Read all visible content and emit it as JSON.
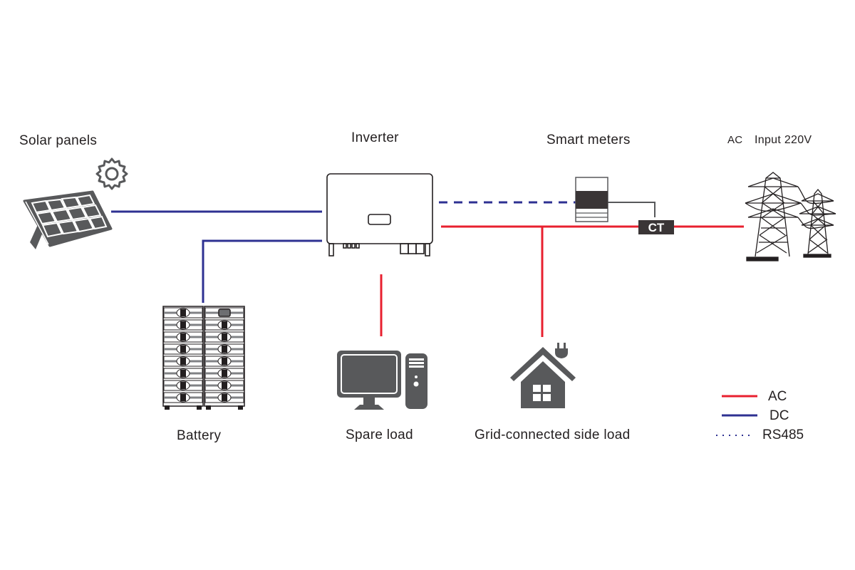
{
  "labels": {
    "solar_panels": "Solar panels",
    "inverter": "Inverter",
    "smart_meters": "Smart meters",
    "ac_input_prefix": "AC",
    "ac_input": "Input 220V",
    "battery": "Battery",
    "spare_load": "Spare load",
    "grid_load": "Grid-connected side load",
    "ct": "CT"
  },
  "legend": [
    {
      "label": "AC",
      "style": "solid",
      "color": "#e8202f"
    },
    {
      "label": "DC",
      "style": "solid",
      "color": "#2e3192"
    },
    {
      "label": "RS485",
      "style": "dotted",
      "color": "#2e3192"
    }
  ],
  "colors": {
    "ac": "#e8202f",
    "dc": "#2e3192",
    "icon": "#58595b",
    "outline": "#231f20"
  },
  "icons": [
    "sun-icon",
    "solar-panel-icon",
    "inverter-icon",
    "smart-meter-icon",
    "ct-clamp-icon",
    "power-tower-icon",
    "battery-rack-icon",
    "computer-icon",
    "house-plug-icon"
  ]
}
